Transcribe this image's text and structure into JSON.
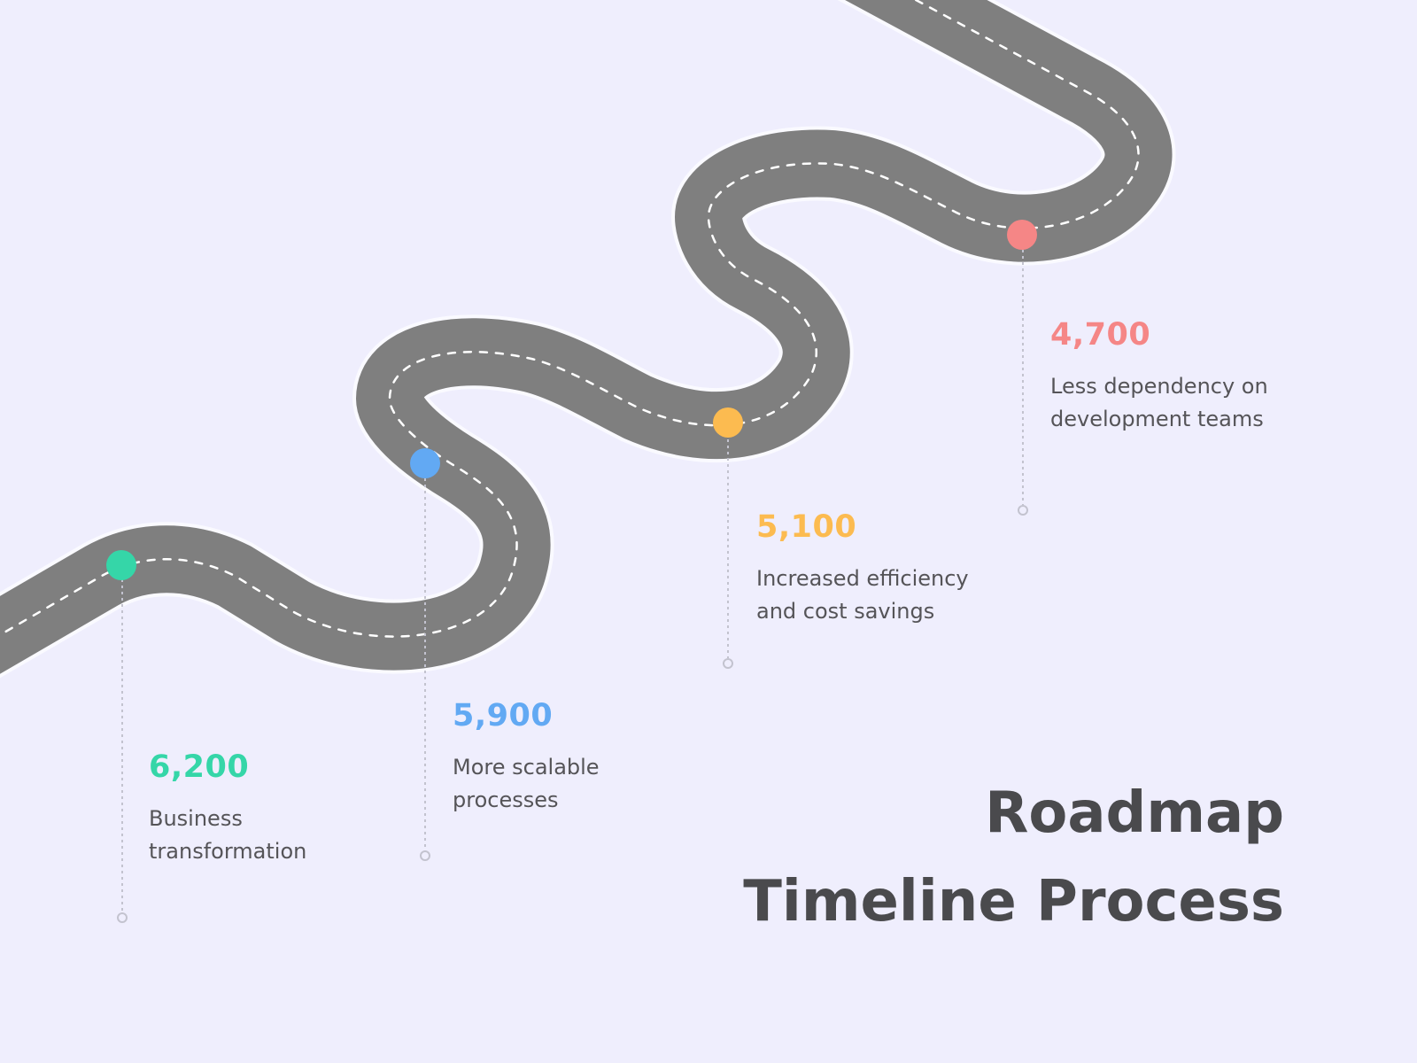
{
  "title": {
    "line1": "Roadmap",
    "line2": "Timeline Process"
  },
  "colors": {
    "background": "#efeefd",
    "road": "#7f7f7f",
    "road_edge": "#ffffff",
    "lane_marking": "#ffffff",
    "connector": "#c3c3cf",
    "text": "#555458",
    "title": "#4a4a4d"
  },
  "milestones": [
    {
      "value": "6,200",
      "desc_line1": "Business",
      "desc_line2": "transformation",
      "color": "#35d6a8"
    },
    {
      "value": "5,900",
      "desc_line1": "More scalable",
      "desc_line2": "processes",
      "color": "#62a9f3"
    },
    {
      "value": "5,100",
      "desc_line1": "Increased efficiency",
      "desc_line2": "and cost savings",
      "color": "#fcbb50"
    },
    {
      "value": "4,700",
      "desc_line1": "Less dependency on",
      "desc_line2": "development teams",
      "color": "#f58686"
    }
  ]
}
